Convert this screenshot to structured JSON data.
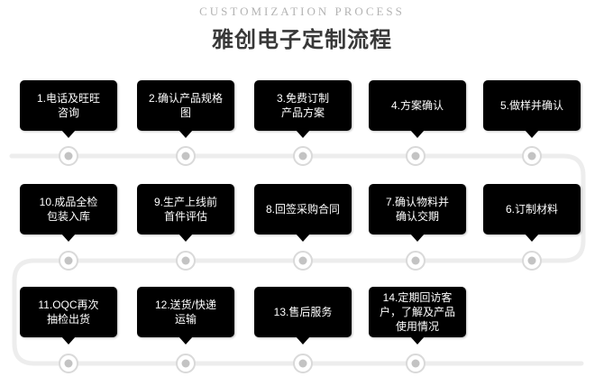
{
  "header": {
    "eyebrow": "CUSTOMIZATION PROCESS",
    "title": "雅创电子定制流程"
  },
  "colors": {
    "box_bg": "#000000",
    "box_text": "#ffffff",
    "eyebrow_text": "#b3b3b3",
    "title_text": "#383838",
    "track_line": "#ededed",
    "node_ring": "#d9d9d9",
    "node_dot": "#c3c3c3"
  },
  "steps": [
    {
      "label": "1.电话及旺旺\n咨询"
    },
    {
      "label": "2.确认产品规格\n图"
    },
    {
      "label": "3.免费订制\n产品方案"
    },
    {
      "label": "4.方案确认"
    },
    {
      "label": "5.做样并确认"
    },
    {
      "label": "6.订制材料"
    },
    {
      "label": "7.确认物料并\n确认交期"
    },
    {
      "label": "8.回签采购合同"
    },
    {
      "label": "9.生产上线前\n首件评估"
    },
    {
      "label": "10.成品全检\n包装入库"
    },
    {
      "label": "11.OQC再次\n抽检出货"
    },
    {
      "label": "12.送货/快递\n运输"
    },
    {
      "label": "13.售后服务"
    },
    {
      "label": "14.定期回访客\n户，了解及产品\n使用情况"
    }
  ]
}
